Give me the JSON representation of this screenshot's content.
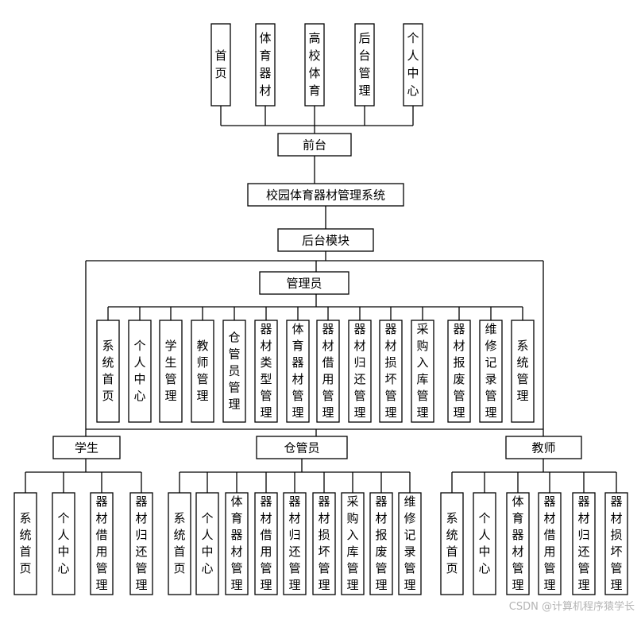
{
  "diagram": {
    "frontend": {
      "pages": [
        "首页",
        "体育器材",
        "高校体育",
        "后台管理",
        "个人中心"
      ],
      "hub": "前台"
    },
    "system": "校园体育器材管理系统",
    "backend": "后台模块",
    "admin": {
      "label": "管理员",
      "modules": [
        "系统首页",
        "个人中心",
        "学生管理",
        "教师管理",
        "仓管员管理",
        "器材类型管理",
        "体育器材管理",
        "器材借用管理",
        "器材归还管理",
        "器材损坏管理",
        "采购入库管理",
        "器材报废管理",
        "维修记录管理",
        "系统管理"
      ]
    },
    "student": {
      "label": "学生",
      "modules": [
        "系统首页",
        "个人中心",
        "器材借用管理",
        "器材归还管理"
      ]
    },
    "warehouse": {
      "label": "仓管员",
      "modules": [
        "系统首页",
        "个人中心",
        "体育器材管理",
        "器材借用管理",
        "器材归还管理",
        "器材损坏管理",
        "采购入库管理",
        "器材报废管理",
        "维修记录管理"
      ]
    },
    "teacher": {
      "label": "教师",
      "modules": [
        "系统首页",
        "个人中心",
        "体育器材管理",
        "器材借用管理",
        "器材归还管理",
        "器材损坏管理"
      ]
    }
  },
  "watermark": "CSDN @计算机程序猿学长"
}
